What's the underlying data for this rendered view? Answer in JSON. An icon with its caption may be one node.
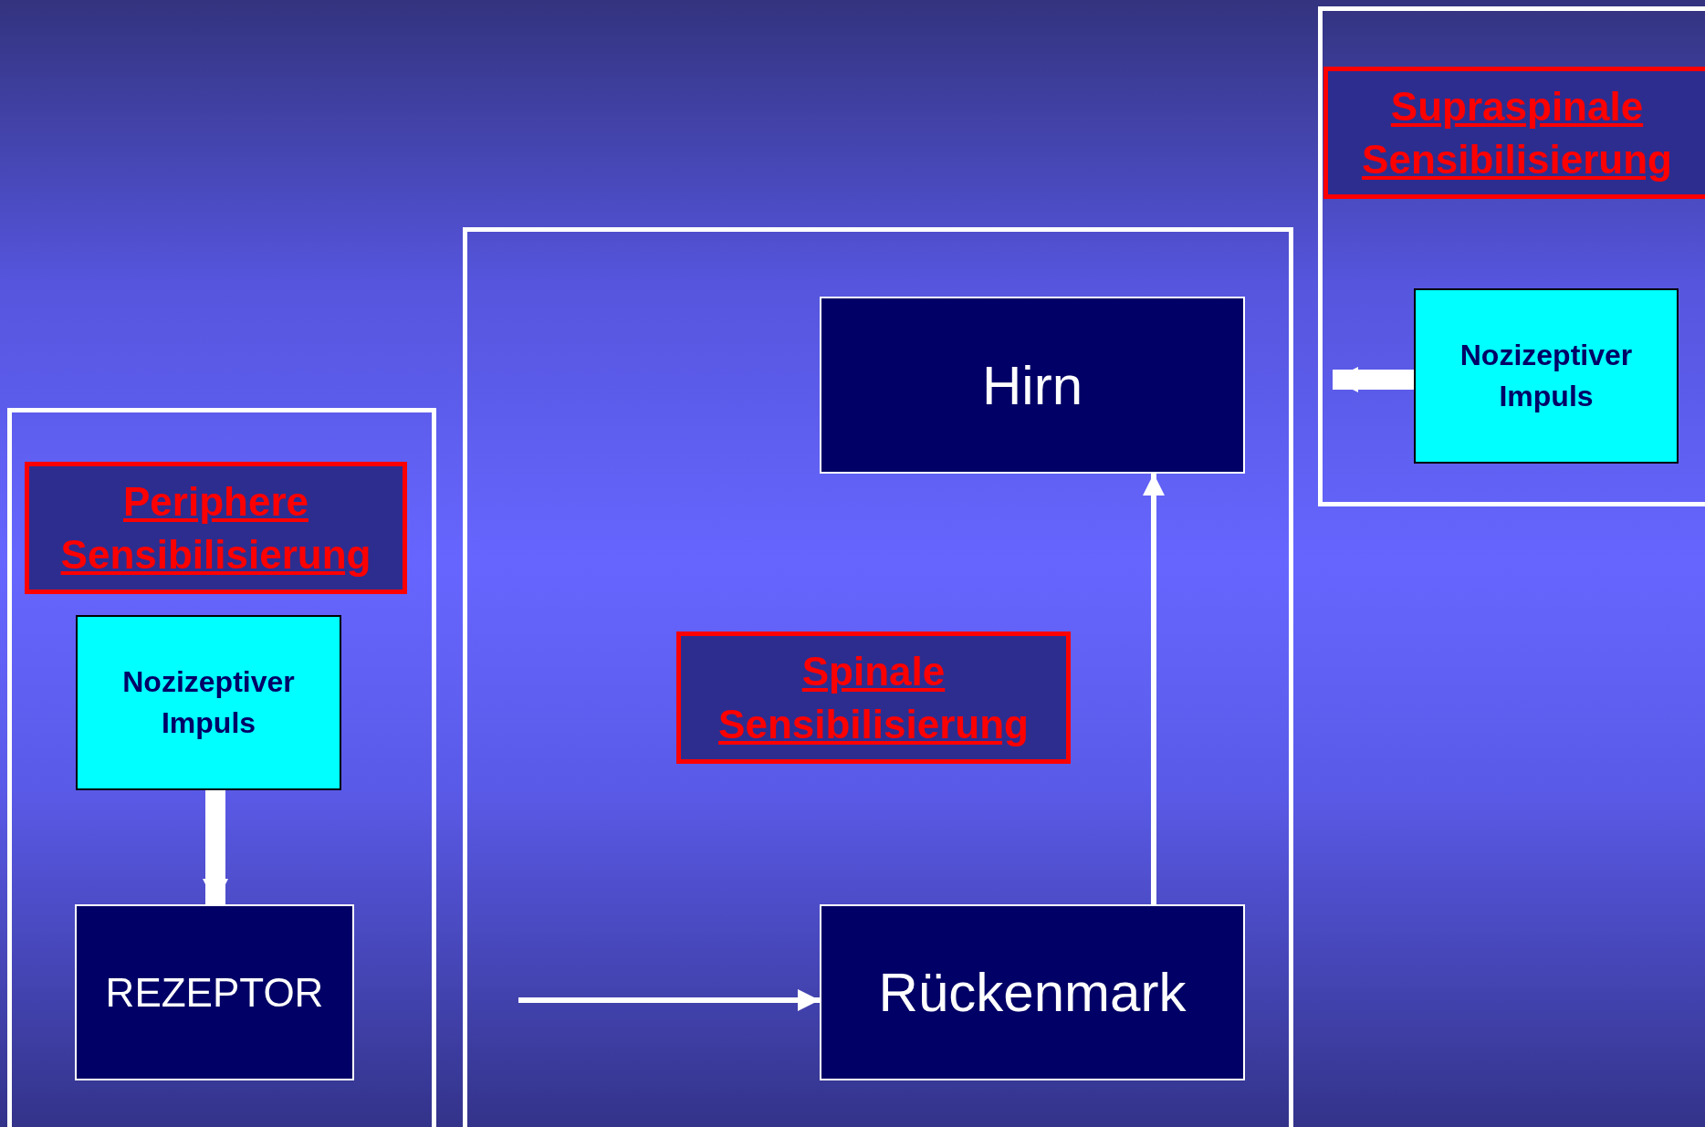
{
  "diagram": {
    "nodes": [
      {
        "text": [],
        "shape": "box"
      },
      {
        "text": [
          "Periphere Sensibilisierung"
        ],
        "in": 0
      },
      {
        "text": [
          "Nozizeptiver Impuls"
        ],
        "in": 0
      },
      {
        "text": [
          "REZEPTOR"
        ],
        "in": 0
      },
      {
        "text": [],
        "shape": "box"
      },
      {
        "text": [
          "Hirn"
        ],
        "in": 4
      },
      {
        "text": [
          "Spinale Sensibilisierung"
        ],
        "in": 4
      },
      {
        "text": [
          "Rückenmark"
        ],
        "in": 4
      },
      {
        "text": [],
        "shape": "box"
      },
      {
        "text": [
          "Supraspinale Sensibilisierung"
        ],
        "in": 8
      },
      {
        "text": [
          "Nozizeptiver Impuls"
        ],
        "in": 8
      }
    ],
    "edges": [
      {
        "from": 2,
        "to": 3,
        "arrow": "to",
        "style": "thick"
      },
      {
        "from": 7,
        "to": 5,
        "arrow": "to"
      },
      {
        "from": null,
        "to": 7,
        "arrow": "to"
      },
      {
        "from": 10,
        "to": null,
        "arrow": "to",
        "style": "thick"
      }
    ]
  }
}
